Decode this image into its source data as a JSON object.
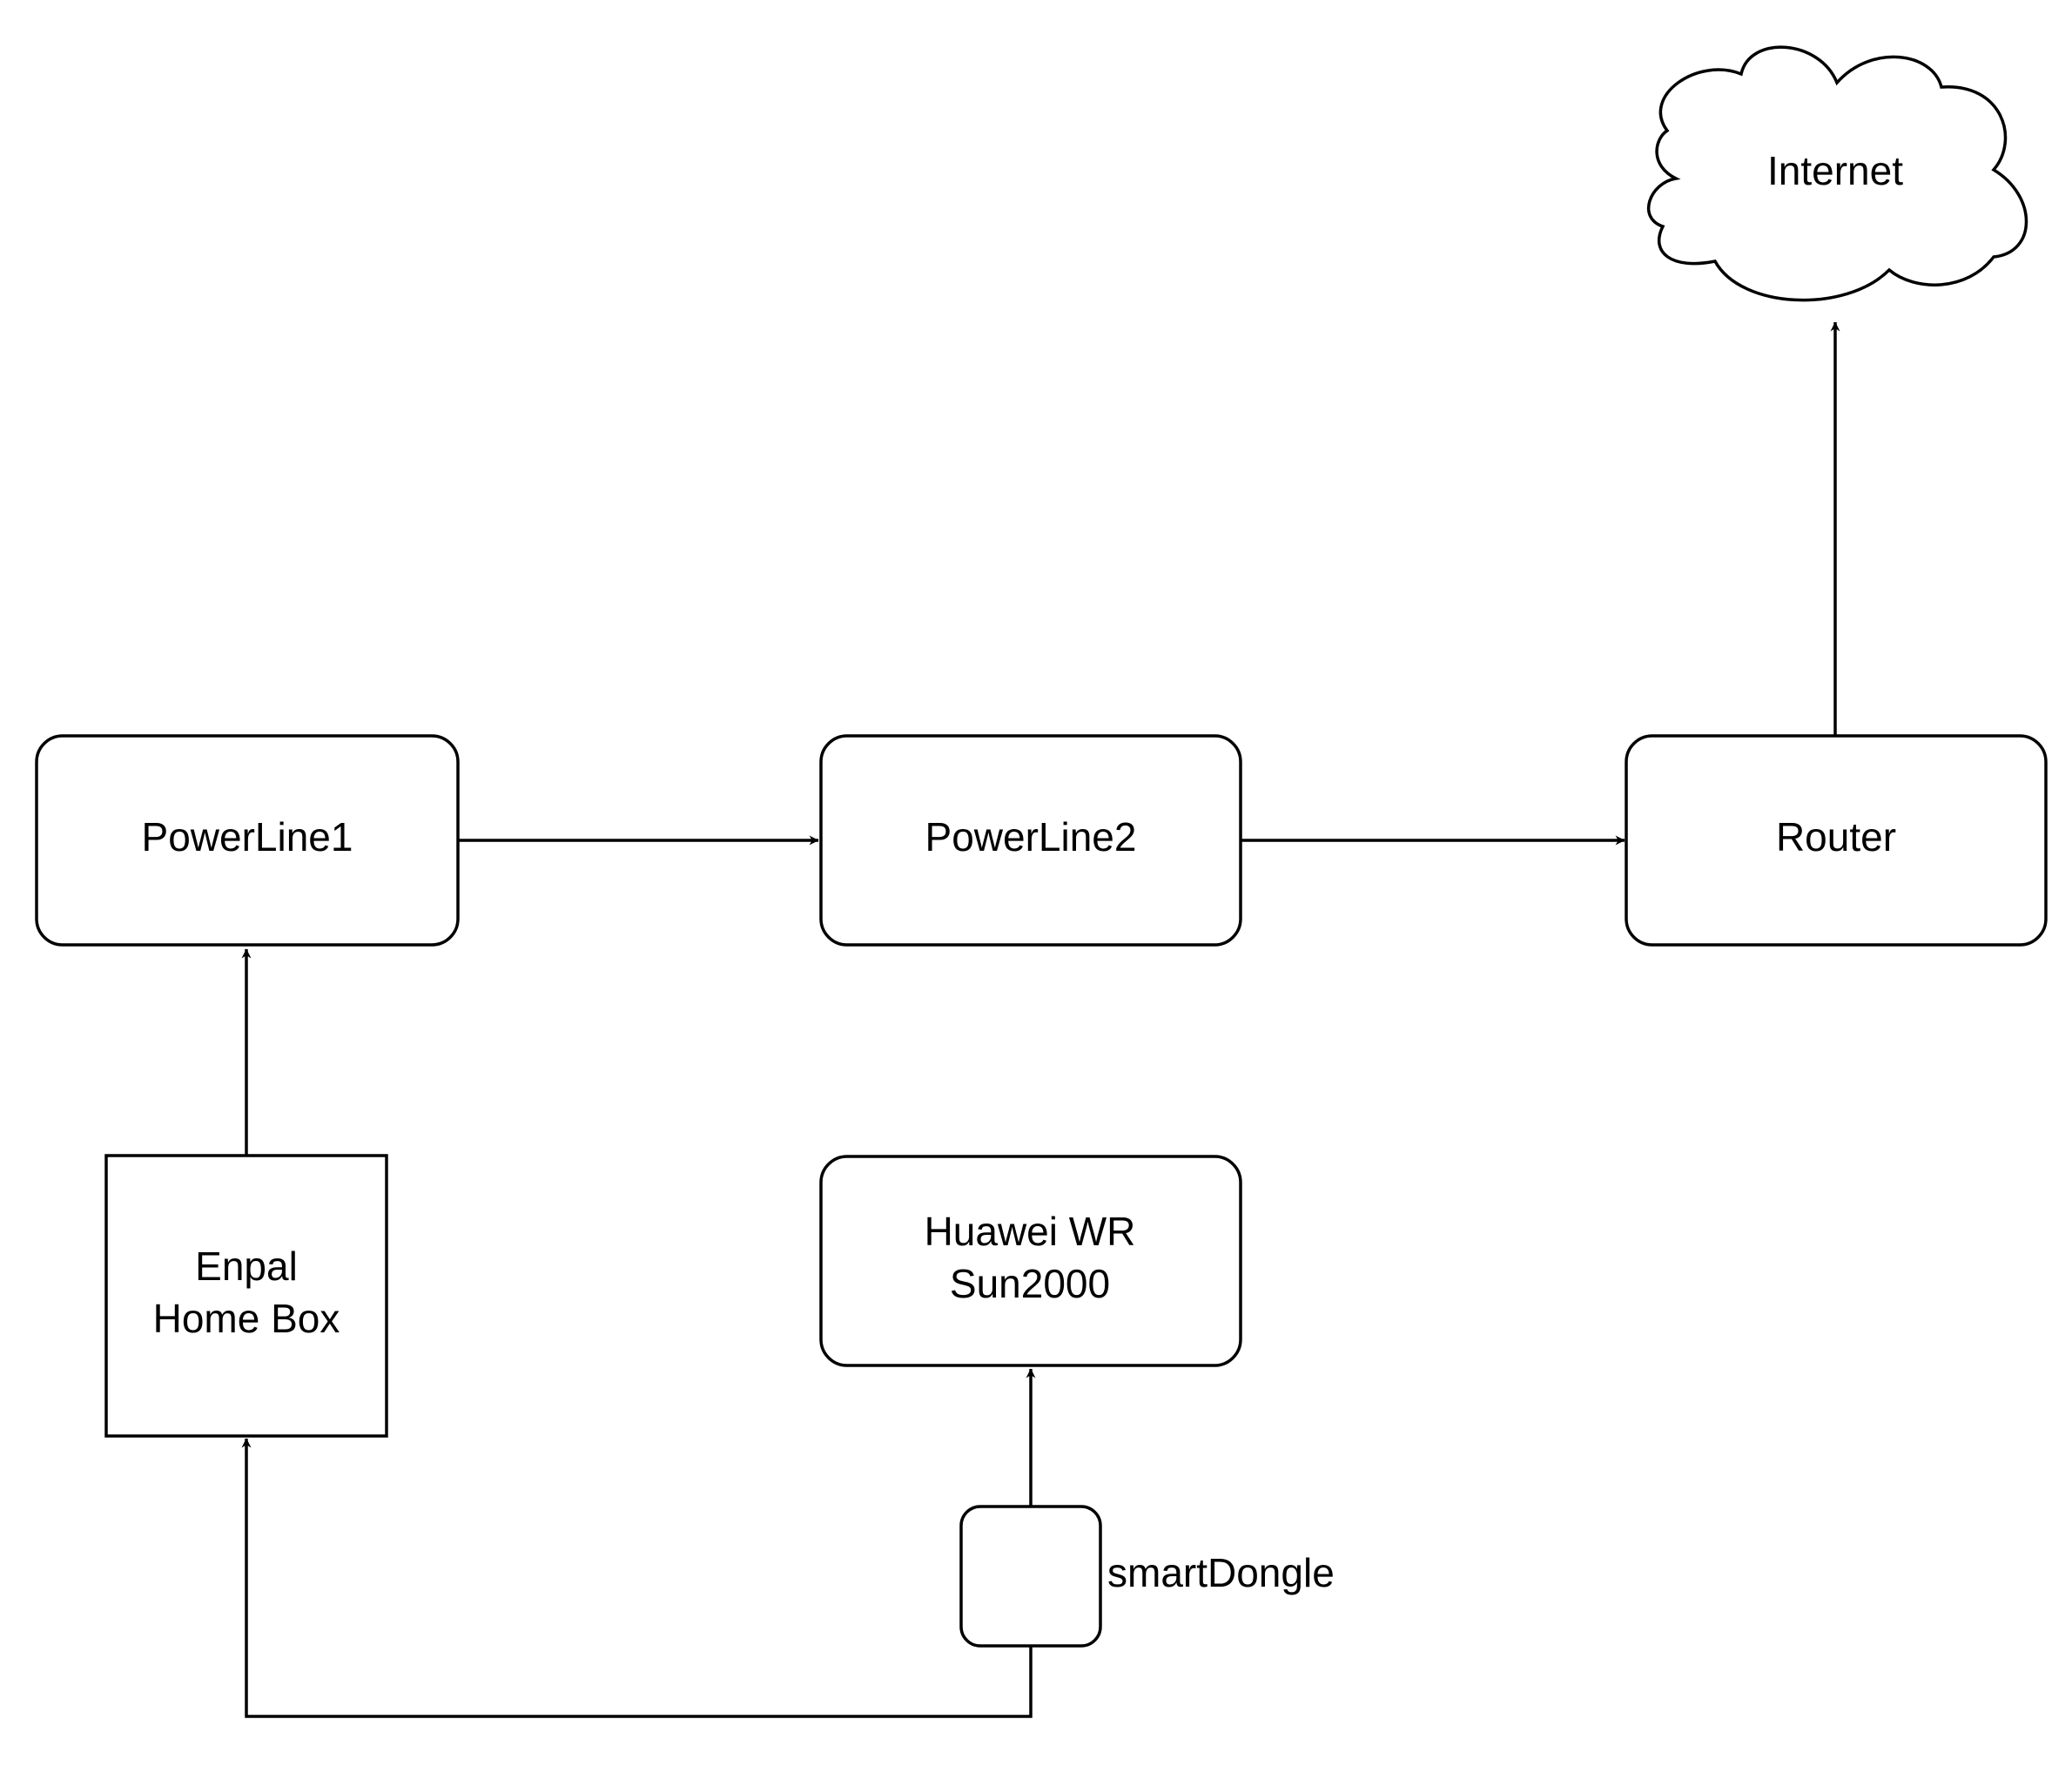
{
  "diagram": {
    "nodes": {
      "internet": {
        "label": "Internet",
        "shape": "cloud"
      },
      "powerline1": {
        "label": "PowerLine1",
        "shape": "rounded-rect"
      },
      "powerline2": {
        "label": "PowerLine2",
        "shape": "rounded-rect"
      },
      "router": {
        "label": "Router",
        "shape": "rounded-rect"
      },
      "enpal": {
        "label_line1": "Enpal",
        "label_line2": "Home Box",
        "shape": "rect"
      },
      "huawei": {
        "label_line1": "Huawei WR",
        "label_line2": "Sun2000",
        "shape": "rounded-rect"
      },
      "dongle": {
        "label": "smartDongle",
        "shape": "rounded-square"
      }
    },
    "edges": [
      {
        "from": "powerline1",
        "to": "powerline2"
      },
      {
        "from": "powerline2",
        "to": "router"
      },
      {
        "from": "router",
        "to": "internet"
      },
      {
        "from": "enpal",
        "to": "powerline1"
      },
      {
        "from": "dongle",
        "to": "huawei"
      },
      {
        "from": "dongle",
        "to": "enpal"
      }
    ],
    "colors": {
      "stroke": "#000000",
      "fill": "#ffffff",
      "background": "#ffffff"
    }
  }
}
